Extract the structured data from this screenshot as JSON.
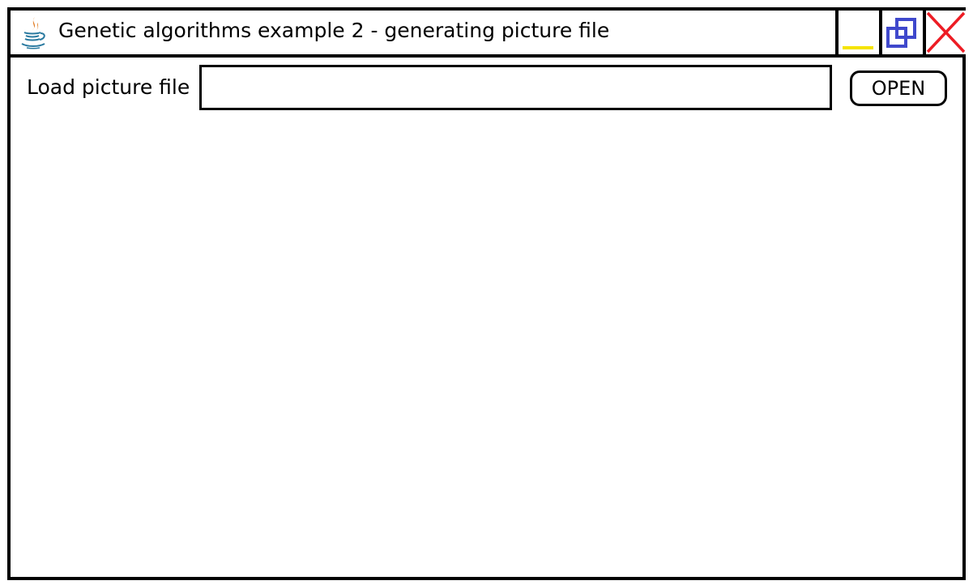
{
  "window": {
    "title": "Genetic algorithms example 2 - generating picture file",
    "app_icon": "java-coffee-cup-icon",
    "controls": {
      "minimize_icon": "minimize-icon",
      "maximize_icon": "restore-icon",
      "close_icon": "close-icon"
    }
  },
  "form": {
    "load_label": "Load picture file",
    "file_path_value": "",
    "file_path_placeholder": "",
    "open_button_label": "OPEN"
  },
  "colors": {
    "minimize_bar": "#f5e400",
    "restore_squares": "#3f48cc",
    "close_x": "#ed1c24",
    "java_cup_blue": "#2a7aa0",
    "java_steam_orange": "#e07a1f"
  }
}
